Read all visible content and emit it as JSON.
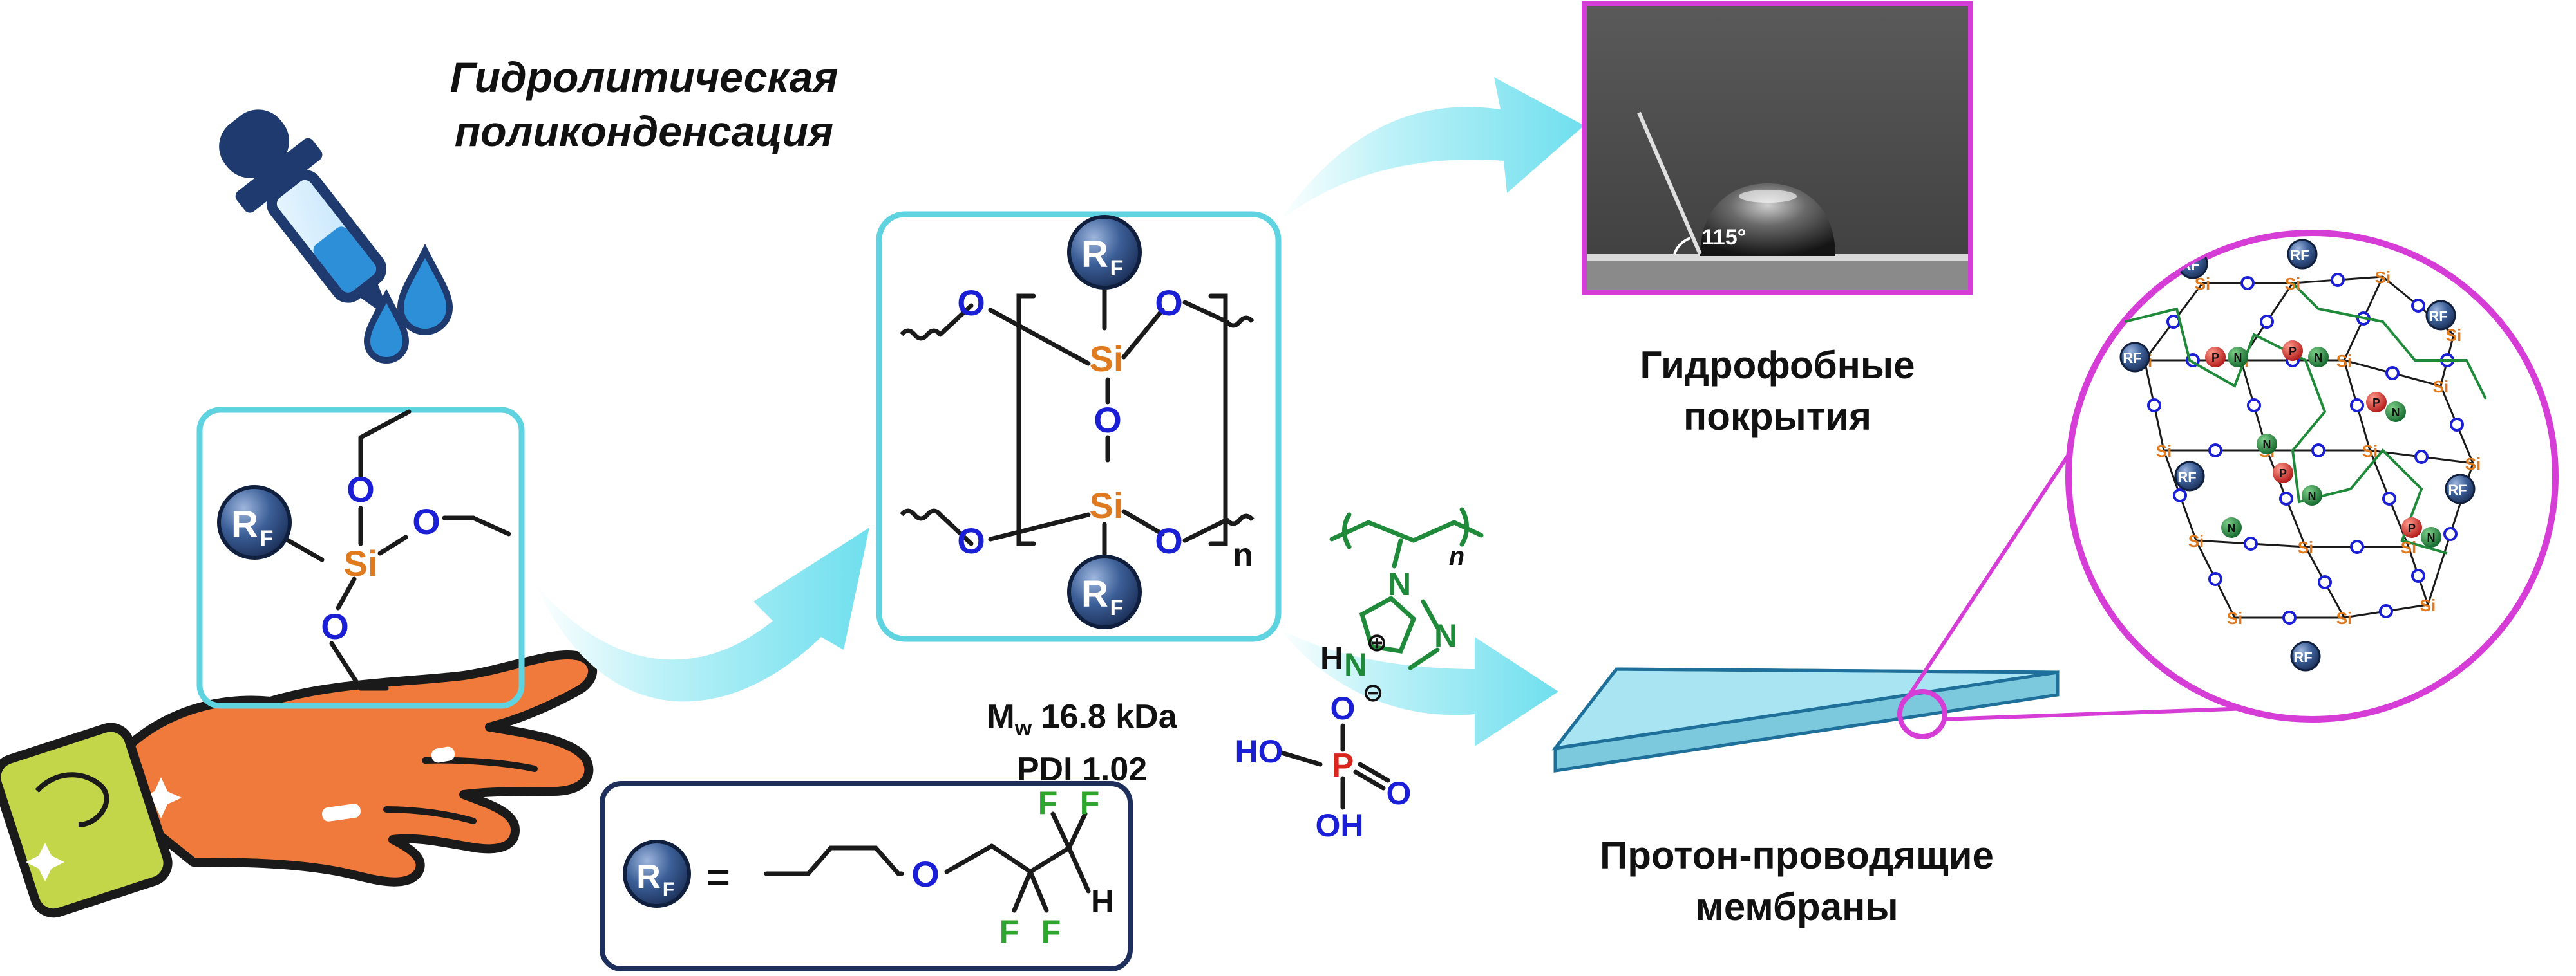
{
  "process_title": {
    "line1": "Гидролитическая",
    "line2": "поликонденсация"
  },
  "monomer": {
    "rf_label": "R",
    "rf_sub": "F",
    "silicon": "Si",
    "oxygen": "O"
  },
  "polymer": {
    "rf_label": "R",
    "rf_sub": "F",
    "silicon": "Si",
    "oxygen": "O",
    "repeat_index": "n"
  },
  "polymer_properties": {
    "mw_main": "M",
    "mw_sub": "w",
    "mw_value": " 16.8 kDa",
    "pdi": "PDI 1.02"
  },
  "rf_definition": {
    "rf_label": "R",
    "rf_sub": "F",
    "equals": "=",
    "oxygen": "O",
    "fluorine": "F",
    "hydrogen": "H"
  },
  "hydrophobic": {
    "contact_angle": "115°",
    "label_line1": "Гидрофобные",
    "label_line2": "покрытия"
  },
  "membrane": {
    "label_line1": "Протон-проводящие",
    "label_line2": "мембраны",
    "polytriazole": {
      "n_atom": "N",
      "h_atom": "H",
      "repeat_index": "n",
      "plus": "⊕",
      "minus": "⊖"
    },
    "phosphoric_acid": {
      "p_atom": "P",
      "o_atom": "O",
      "h_atom": "H",
      "oh_left_top": "HO",
      "oh_bottom": "OH"
    }
  },
  "network_zoom": {
    "si": "Si",
    "rf_label": "R",
    "rf_sub": "F",
    "p": "P",
    "n": "N"
  },
  "colors": {
    "oxygen": "#1a1fd6",
    "silicon": "#e07a1f",
    "fluorine": "#2ea52e",
    "phosphorus": "#d8261c",
    "nitrogen_green": "#1f8a3a",
    "frame_cyan": "#5fd3e0",
    "arrow_cyan": "#7fe3ef",
    "zoom_magenta": "#d63cd6",
    "rf_sphere": "#2d4f86",
    "hand": "#f07a3c",
    "chip": "#c3d64a",
    "dropper": "#1e3a6e",
    "water": "#2e8fd9",
    "membrane_plate": "#a9e4f2"
  },
  "icons": {
    "dropper": "dropper-icon",
    "hand": "hand-icon",
    "chip": "chip-icon",
    "arrow": "curved-arrow-icon",
    "droplet": "droplet-icon"
  }
}
